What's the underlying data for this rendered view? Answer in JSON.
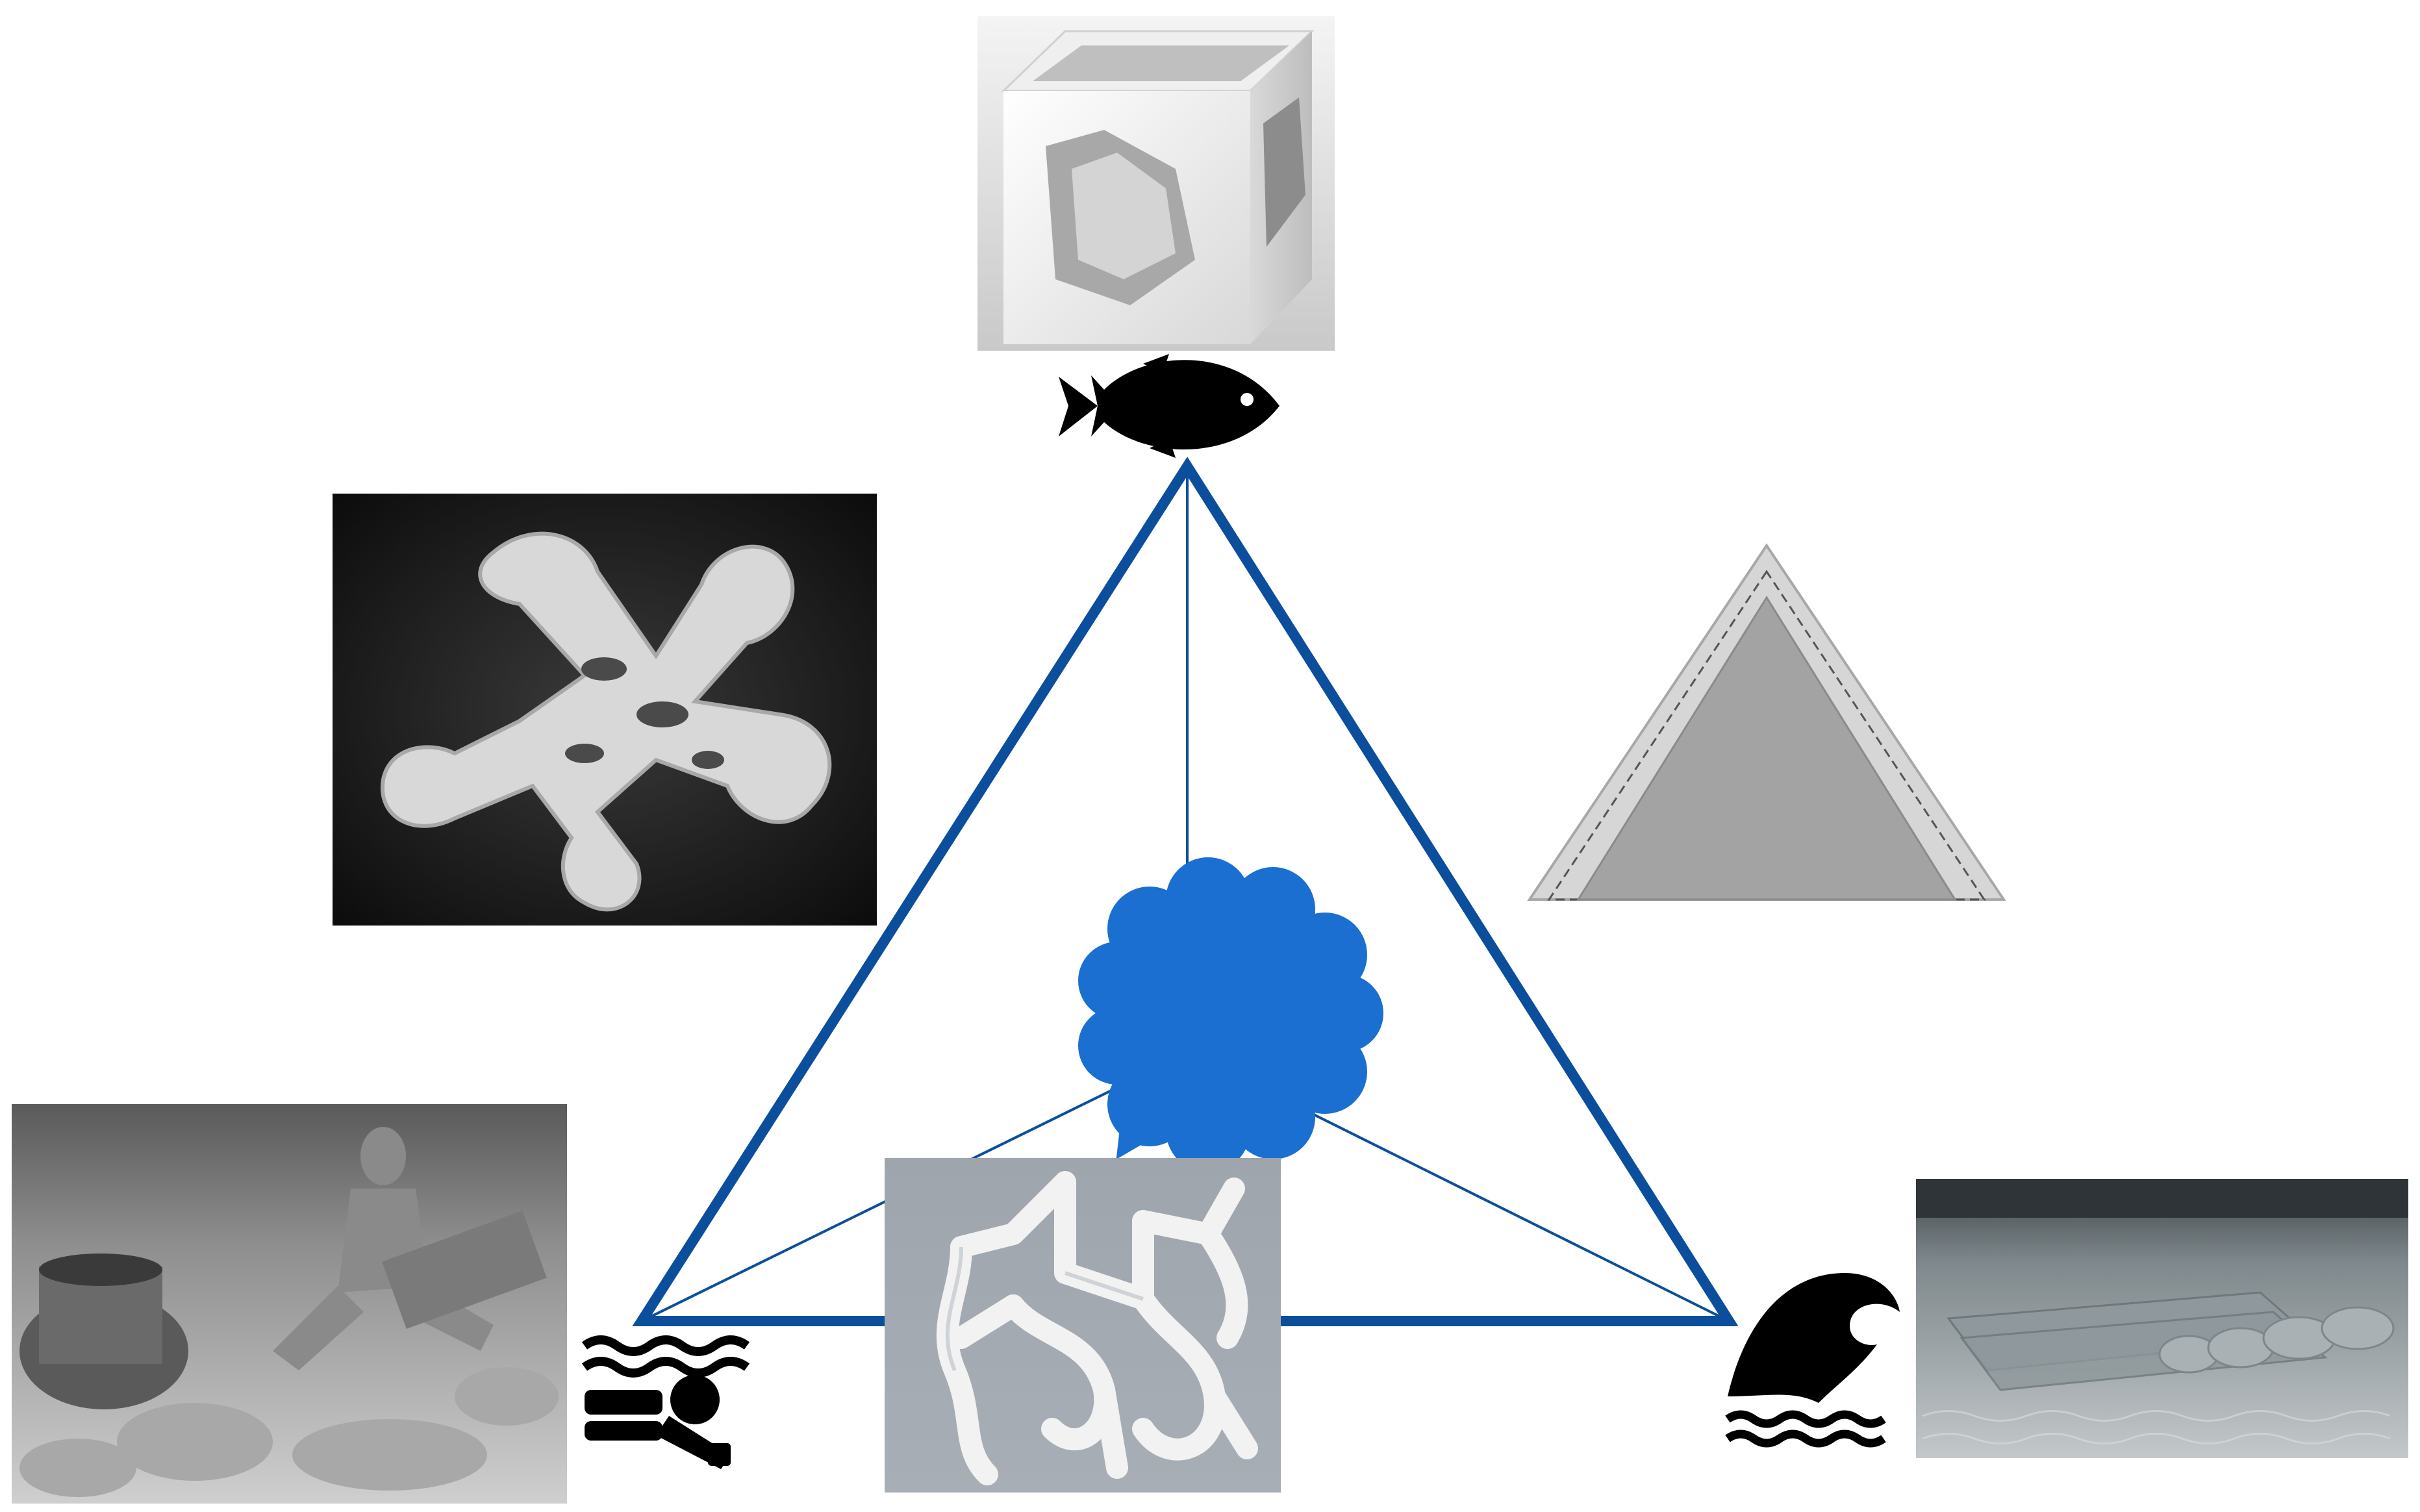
{
  "colors": {
    "triangle_stroke": "#0b4f9c",
    "cloud_fill": "#1a6fd0",
    "icon_fill": "#000000",
    "photo_dark": "#111111",
    "render_bg": "#9aa2ab"
  },
  "icons": {
    "top": "fish-icon",
    "bottom_left": "scuba-diver-icon",
    "bottom_right": "wave-icon"
  },
  "images": {
    "top": "cube-with-cutouts-render",
    "upper_left": "porous-coral-structure-photo",
    "right": "layered-triangle-cross-section",
    "lower_left": "underwater-sculpture-photo",
    "center_bottom": "branching-tube-lattice-render",
    "far_right": "underwater-seabed-rendering"
  }
}
